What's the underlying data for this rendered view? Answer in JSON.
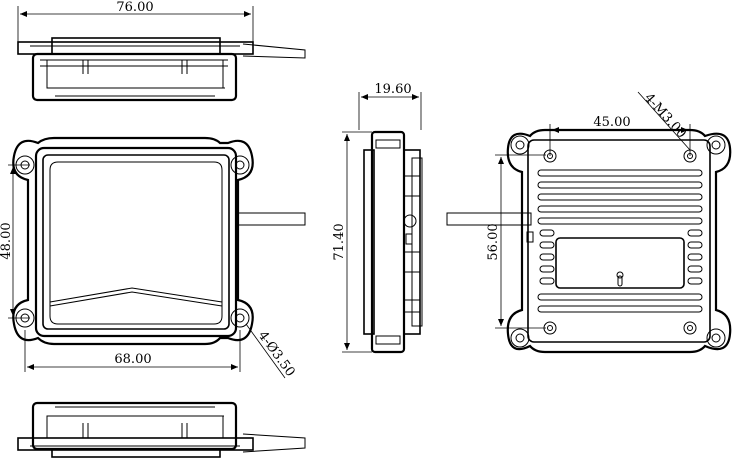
{
  "dimensions": {
    "top_width": "76.00",
    "front_height": "48.00",
    "front_width": "68.00",
    "holes": "4-Ø3.50",
    "side_depth": "19.60",
    "side_height": "71.40",
    "back_hole_spacing_x": "45.00",
    "back_threads": "4-M3.00",
    "back_hole_spacing_y": "56.00"
  }
}
